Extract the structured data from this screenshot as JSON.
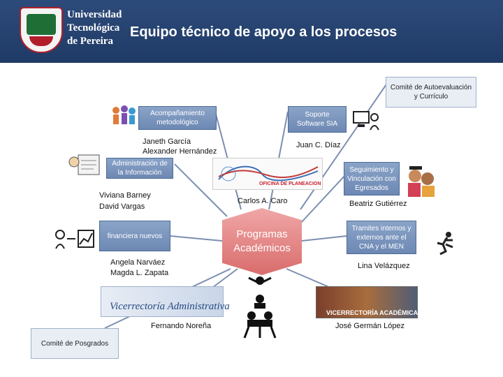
{
  "header": {
    "logo_lines": [
      "Universidad",
      "Tecnológica",
      "de Pereira"
    ],
    "title": "Equipo técnico de apoyo a los procesos"
  },
  "center": {
    "label": "Programas Académicos"
  },
  "boxes": {
    "comite_autoeval": "Comité de Autoevaluación y Currículo",
    "acompanamiento": "Acompañamiento metodológico",
    "soporte": "Soporte Software SIA",
    "administracion": "Administración de la Información",
    "seguimiento": "Seguimiento y Vinculación con Egresados",
    "financiera": "financiera nuevos",
    "tramites": "Tramites internos y externos ante el CNA y el MEN",
    "comite_posgrados": "Comité de Posgrados"
  },
  "names": {
    "janeth": "Janeth García",
    "alexander": "Alexander Hernández",
    "juan": "Juan C. Díaz",
    "viviana": "Viviana Barney",
    "david": "David Vargas",
    "carlos": "Carlos A. Caro",
    "beatriz": "Beatriz Gutiérrez",
    "angela": "Angela Narváez",
    "magda": "Magda L. Zapata",
    "lina": "Lina Velázquez",
    "fernando": "Fernando Noreña",
    "jose": "José Germán López"
  },
  "logos": {
    "oficina": "OFICINA DE PLANEACION",
    "vice_adm": "Vicerrectoría Administrativa",
    "vice_aca": "VICERRECTORÍA ACADÉMICA"
  },
  "colors": {
    "header": "#1f3a66",
    "box": "#7a93bd",
    "center": "#e08585",
    "lines": "#7b8fb0"
  }
}
